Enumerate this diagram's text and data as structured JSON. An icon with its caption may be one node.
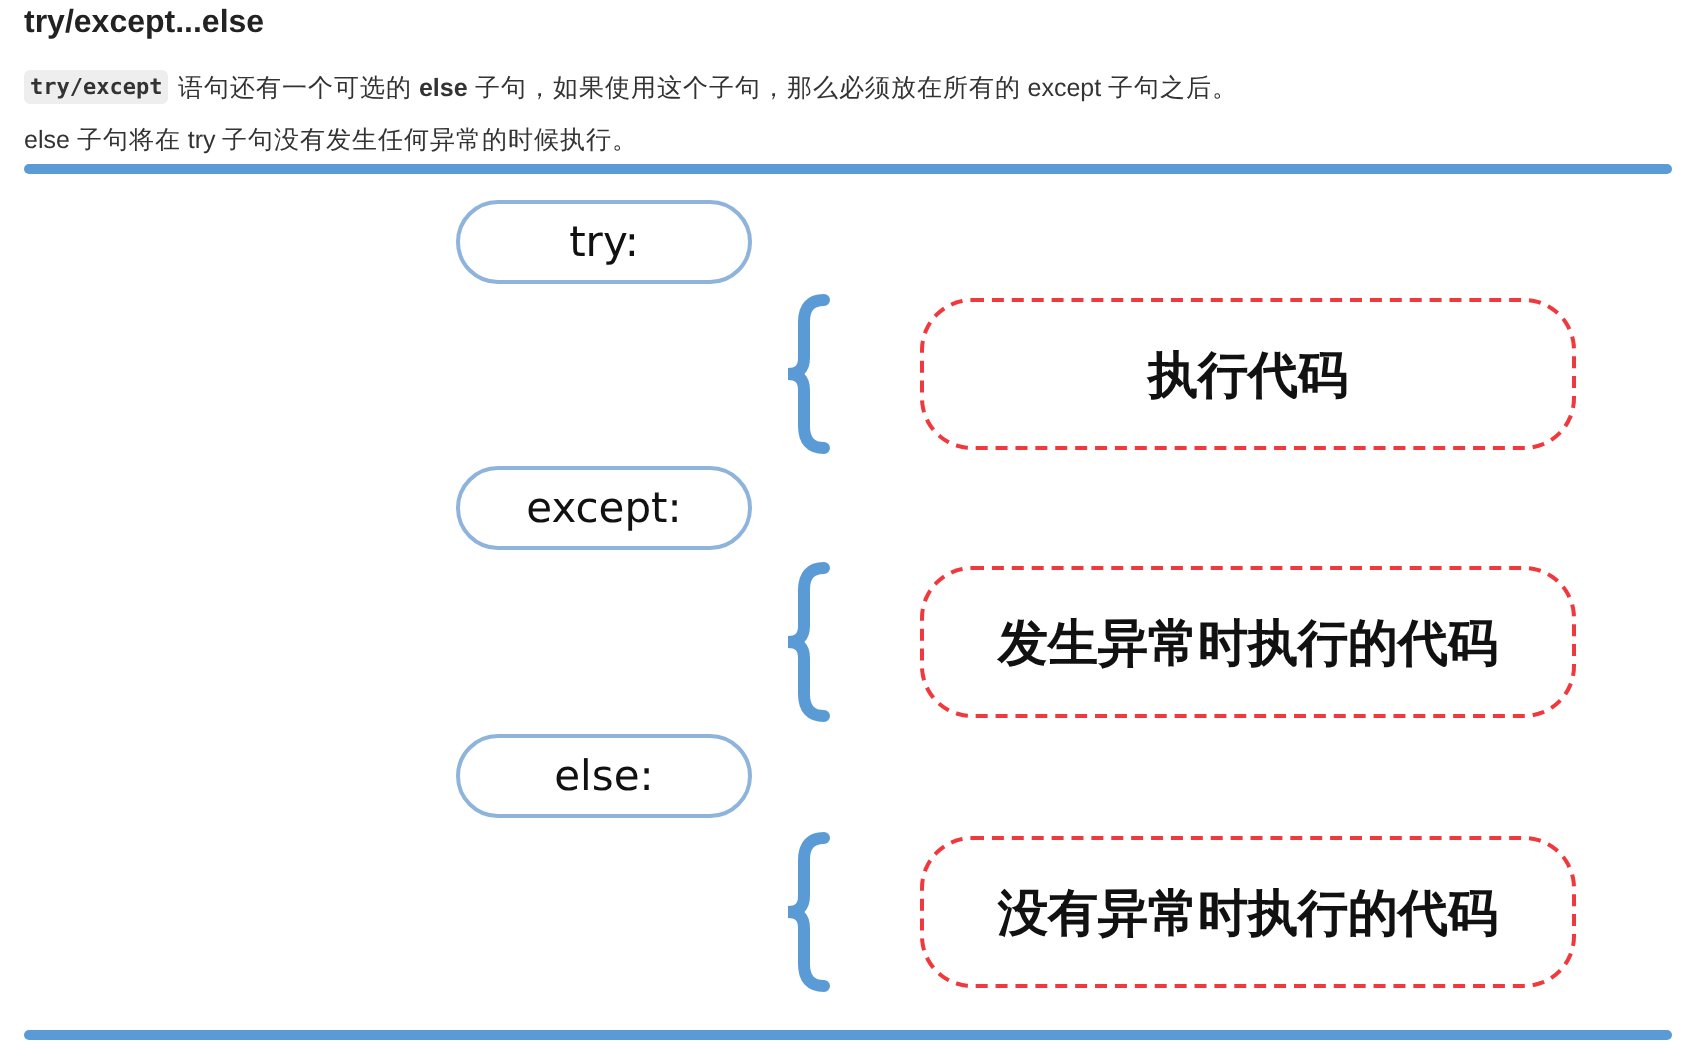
{
  "diagram": {
    "title": "try/except...else",
    "nodes": [
      {
        "text": [
          "try:"
        ]
      },
      {
        "text": [
          "执行代码"
        ]
      },
      {
        "text": [
          "except:"
        ]
      },
      {
        "text": [
          "发生异常时执行的代码"
        ]
      },
      {
        "text": [
          "else:"
        ]
      },
      {
        "text": [
          "没有异常时执行的代码"
        ]
      }
    ],
    "labels": [
      "try/except",
      "语句还有一个可选的 **else** 子句，如果使用这个子句，那么必须放在所有的 except 子句之后。",
      "else 子句将在 try 子句没有发生任何异常的时候执行。"
    ]
  }
}
